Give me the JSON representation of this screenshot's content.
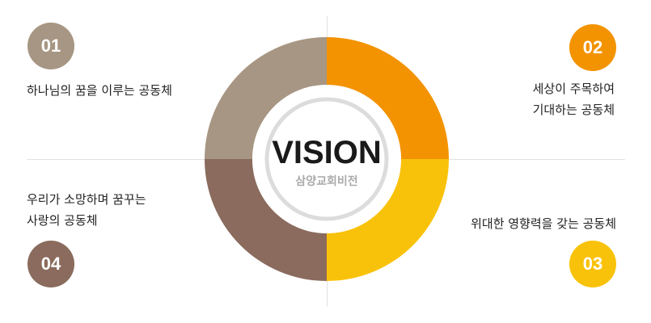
{
  "center": {
    "title": "VISION",
    "subtitle": "삼양교회비전"
  },
  "items": [
    {
      "number": "01",
      "lines": [
        "하나님의 꿈을 이루는 공동체"
      ],
      "color": "#a79683"
    },
    {
      "number": "02",
      "lines": [
        "세상이 주목하여",
        "기대하는 공동체"
      ],
      "color": "#f39301"
    },
    {
      "number": "03",
      "lines": [
        "위대한 영향력을 갖는 공동체"
      ],
      "color": "#f9c20a"
    },
    {
      "number": "04",
      "lines": [
        "우리가 소망하며 꿈꾸는",
        "사랑의 공동체"
      ],
      "color": "#8a6b5d"
    }
  ],
  "colors": {
    "inner_ring": "#dcdcdc",
    "divider": "#e2e2e2"
  }
}
